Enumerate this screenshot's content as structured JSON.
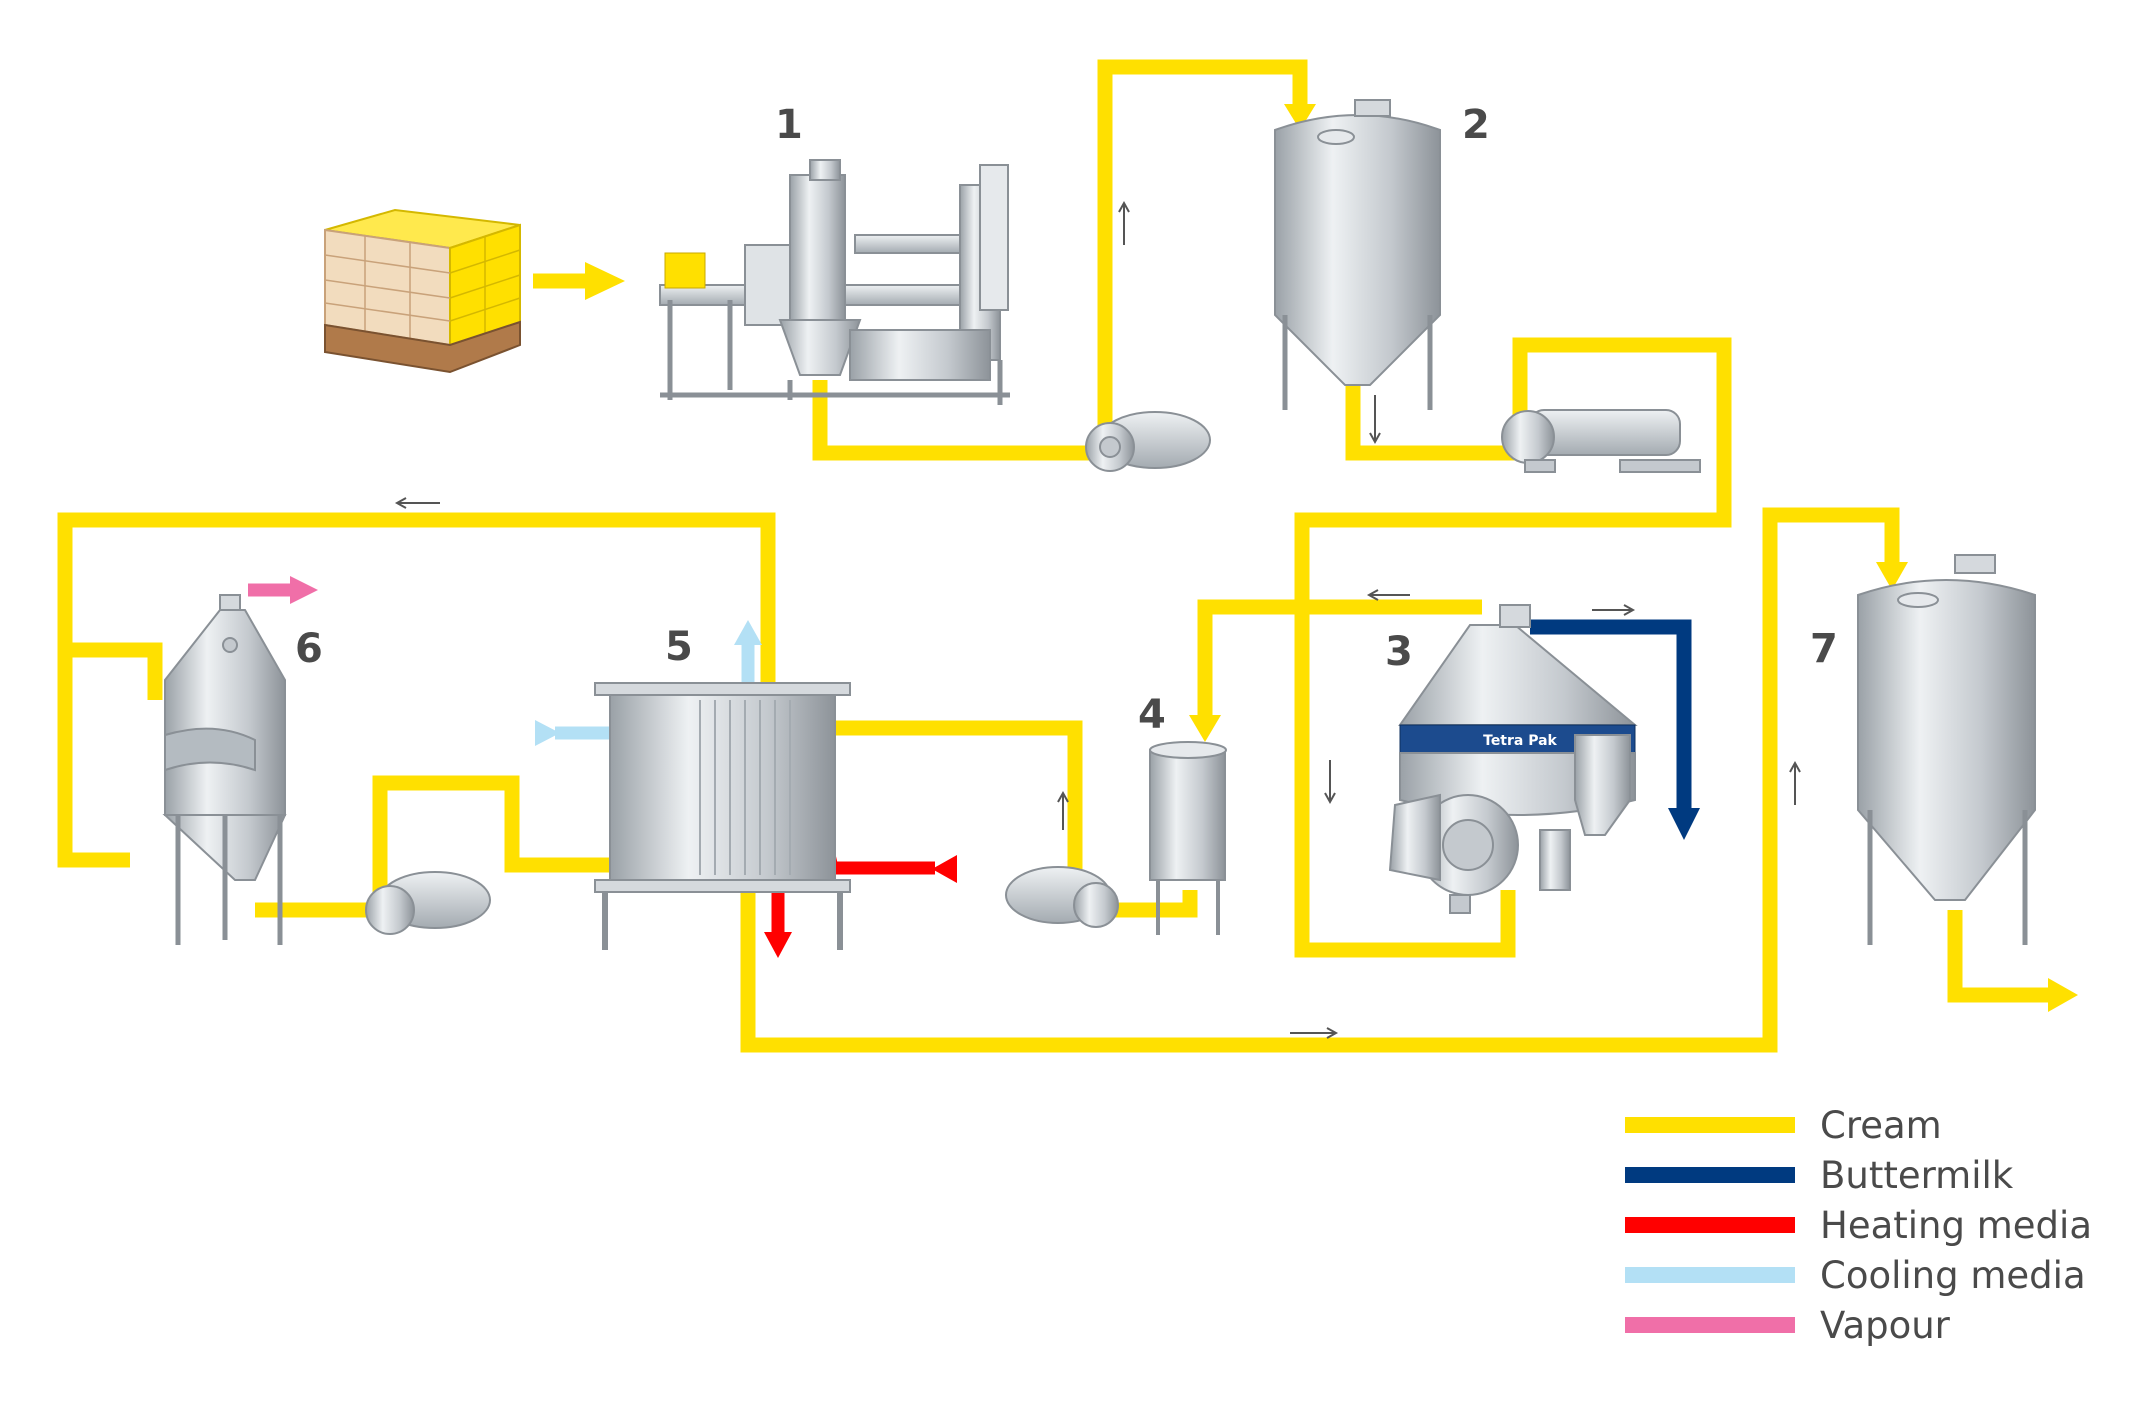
{
  "equipment": {
    "labels": [
      "1",
      "2",
      "3",
      "4",
      "5",
      "6",
      "7"
    ],
    "separator_brand": "Tetra Pak"
  },
  "legend": [
    {
      "label": "Cream",
      "color": "#ffe000"
    },
    {
      "label": "Buttermilk",
      "color": "#003a80"
    },
    {
      "label": "Heating media",
      "color": "#ff0000"
    },
    {
      "label": "Cooling media",
      "color": "#b3e0f5"
    },
    {
      "label": "Vapour",
      "color": "#f06fa8"
    }
  ],
  "colors": {
    "cream": "#ffe000",
    "buttermilk": "#003a80",
    "heating": "#ff0000",
    "cooling": "#b3e0f5",
    "vapour": "#f06fa8",
    "stainless": "#c9ced3",
    "butter_block": "#ffe000",
    "pallet": "#b07a4a"
  }
}
